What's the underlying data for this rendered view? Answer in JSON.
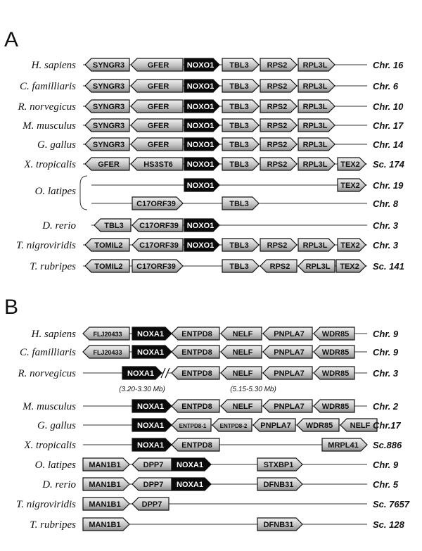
{
  "panels": [
    {
      "label": "A",
      "rows": [
        {
          "species": "H. sapiens",
          "chrom": "Chr. 16",
          "genes": [
            {
              "name": "SYNGR3",
              "dir": "left",
              "color": "grey"
            },
            {
              "name": "GFER",
              "dir": "left",
              "color": "grey"
            },
            {
              "name": "NOXO1",
              "dir": "right",
              "color": "black"
            },
            {
              "name": "TBL3",
              "dir": "right",
              "color": "grey"
            },
            {
              "name": "RPS2",
              "dir": "right",
              "color": "grey"
            },
            {
              "name": "RPL3L",
              "dir": "right",
              "color": "grey"
            }
          ]
        },
        {
          "species": "C. familliaris",
          "chrom": "Chr. 6",
          "genes": [
            {
              "name": "SYNGR3",
              "dir": "left",
              "color": "grey"
            },
            {
              "name": "GFER",
              "dir": "left",
              "color": "grey"
            },
            {
              "name": "NOXO1",
              "dir": "right",
              "color": "black"
            },
            {
              "name": "TBL3",
              "dir": "right",
              "color": "grey"
            },
            {
              "name": "RPS2",
              "dir": "right",
              "color": "grey"
            },
            {
              "name": "RPL3L",
              "dir": "right",
              "color": "grey"
            }
          ]
        },
        {
          "species": "R. norvegicus",
          "chrom": "Chr. 10",
          "genes": [
            {
              "name": "SYNGR3",
              "dir": "left",
              "color": "grey"
            },
            {
              "name": "GFER",
              "dir": "left",
              "color": "grey"
            },
            {
              "name": "NOXO1",
              "dir": "right",
              "color": "black"
            },
            {
              "name": "TBL3",
              "dir": "right",
              "color": "grey"
            },
            {
              "name": "RPS2",
              "dir": "right",
              "color": "grey"
            },
            {
              "name": "RPL3L",
              "dir": "right",
              "color": "grey"
            }
          ]
        },
        {
          "species": "M. musculus",
          "chrom": "Chr. 17",
          "genes": [
            {
              "name": "SYNGR3",
              "dir": "left",
              "color": "grey"
            },
            {
              "name": "GFER",
              "dir": "left",
              "color": "grey"
            },
            {
              "name": "NOXO1",
              "dir": "right",
              "color": "black"
            },
            {
              "name": "TBL3",
              "dir": "right",
              "color": "grey"
            },
            {
              "name": "RPS2",
              "dir": "right",
              "color": "grey"
            },
            {
              "name": "RPL3L",
              "dir": "right",
              "color": "grey"
            }
          ]
        },
        {
          "species": "G. gallus",
          "chrom": "Chr. 14",
          "genes": [
            {
              "name": "SYNGR3",
              "dir": "left",
              "color": "grey"
            },
            {
              "name": "GFER",
              "dir": "left",
              "color": "grey"
            },
            {
              "name": "NOXO1",
              "dir": "right",
              "color": "black"
            },
            {
              "name": "TBL3",
              "dir": "right",
              "color": "grey"
            },
            {
              "name": "RPS2",
              "dir": "right",
              "color": "grey"
            },
            {
              "name": "RPL3L",
              "dir": "right",
              "color": "grey"
            }
          ]
        },
        {
          "species": "X. tropicalis",
          "chrom": "Sc. 174",
          "genes": [
            {
              "name": "GFER",
              "dir": "left",
              "color": "grey"
            },
            {
              "name": "HS3ST6",
              "dir": "left",
              "color": "grey"
            },
            {
              "name": "NOXO1",
              "dir": "right",
              "color": "black"
            },
            {
              "name": "TBL3",
              "dir": "right",
              "color": "grey"
            },
            {
              "name": "RPS2",
              "dir": "right",
              "color": "grey"
            },
            {
              "name": "RPL3L",
              "dir": "right",
              "color": "grey"
            },
            {
              "name": "TEX2",
              "dir": "right",
              "color": "grey"
            }
          ]
        },
        {
          "species": "O. latipes",
          "chrom": "Chr. 19",
          "genes": [
            {
              "name": "NOXO1",
              "dir": "right",
              "color": "black"
            },
            {
              "name": "TEX2",
              "dir": "right",
              "color": "grey"
            }
          ]
        },
        {
          "species": "",
          "chrom": "Chr. 8",
          "genes": [
            {
              "name": "C17ORF39",
              "dir": "right",
              "color": "grey"
            },
            {
              "name": "TBL3",
              "dir": "right",
              "color": "grey"
            }
          ]
        },
        {
          "species": "D. rerio",
          "chrom": "Chr. 3",
          "genes": [
            {
              "name": "TBL3",
              "dir": "left",
              "color": "grey"
            },
            {
              "name": "C17ORF39",
              "dir": "left",
              "color": "grey"
            },
            {
              "name": "NOXO1",
              "dir": "right",
              "color": "black"
            }
          ]
        },
        {
          "species": "T. nigroviridis",
          "chrom": "Chr. 3",
          "genes": [
            {
              "name": "TOMIL2",
              "dir": "left",
              "color": "grey"
            },
            {
              "name": "C17ORF39",
              "dir": "left",
              "color": "grey"
            },
            {
              "name": "NOXO1",
              "dir": "right",
              "color": "black"
            },
            {
              "name": "TBL3",
              "dir": "right",
              "color": "grey"
            },
            {
              "name": "RPS2",
              "dir": "right",
              "color": "grey"
            },
            {
              "name": "RPL3L",
              "dir": "right",
              "color": "grey"
            },
            {
              "name": "TEX2",
              "dir": "right",
              "color": "grey"
            }
          ]
        },
        {
          "species": "T. rubripes",
          "chrom": "Sc. 141",
          "genes": [
            {
              "name": "TOMIL2",
              "dir": "left",
              "color": "grey"
            },
            {
              "name": "C17ORF39",
              "dir": "right",
              "color": "grey"
            },
            {
              "name": "TBL3",
              "dir": "right",
              "color": "grey"
            },
            {
              "name": "RPS2",
              "dir": "left",
              "color": "grey"
            },
            {
              "name": "RPL3L",
              "dir": "left",
              "color": "grey"
            },
            {
              "name": "TEX2",
              "dir": "right",
              "color": "grey"
            }
          ]
        }
      ]
    },
    {
      "label": "B",
      "rows": [
        {
          "species": "H. sapiens",
          "chrom": "Chr. 9",
          "genes": [
            {
              "name": "FLJ20433",
              "dir": "left",
              "color": "grey"
            },
            {
              "name": "NOXA1",
              "dir": "right",
              "color": "black"
            },
            {
              "name": "ENTPD8",
              "dir": "left",
              "color": "grey"
            },
            {
              "name": "NELF",
              "dir": "left",
              "color": "grey"
            },
            {
              "name": "PNPLA7",
              "dir": "left",
              "color": "grey"
            },
            {
              "name": "WDR85",
              "dir": "left",
              "color": "grey"
            }
          ]
        },
        {
          "species": "C. familliaris",
          "chrom": "Chr. 9",
          "genes": [
            {
              "name": "FLJ20433",
              "dir": "left",
              "color": "grey"
            },
            {
              "name": "NOXA1",
              "dir": "right",
              "color": "black"
            },
            {
              "name": "ENTPD8",
              "dir": "left",
              "color": "grey"
            },
            {
              "name": "NELF",
              "dir": "left",
              "color": "grey"
            },
            {
              "name": "PNPLA7",
              "dir": "left",
              "color": "grey"
            },
            {
              "name": "WDR85",
              "dir": "left",
              "color": "grey"
            }
          ]
        },
        {
          "species": "R. norvegicus",
          "chrom": "Chr. 3",
          "notes": [
            "(3.20-3.30 Mb)",
            "(5.15-5.30 Mb)"
          ],
          "genes": [
            {
              "name": "NOXA1",
              "dir": "right",
              "color": "black"
            },
            {
              "name": "ENTPD8",
              "dir": "left",
              "color": "grey"
            },
            {
              "name": "NELF",
              "dir": "left",
              "color": "grey"
            },
            {
              "name": "PNPLA7",
              "dir": "left",
              "color": "grey"
            },
            {
              "name": "WDR85",
              "dir": "left",
              "color": "grey"
            }
          ]
        },
        {
          "species": "M. musculus",
          "chrom": "Chr. 2",
          "genes": [
            {
              "name": "NOXA1",
              "dir": "right",
              "color": "black"
            },
            {
              "name": "ENTPD8",
              "dir": "left",
              "color": "grey"
            },
            {
              "name": "NELF",
              "dir": "left",
              "color": "grey"
            },
            {
              "name": "PNPLA7",
              "dir": "left",
              "color": "grey"
            },
            {
              "name": "WDR85",
              "dir": "left",
              "color": "grey"
            }
          ]
        },
        {
          "species": "G. gallus",
          "chrom": "Chr.17",
          "genes": [
            {
              "name": "NOXA1",
              "dir": "right",
              "color": "black"
            },
            {
              "name": "ENTPD8-1",
              "dir": "left",
              "color": "grey"
            },
            {
              "name": "ENTPD8-2",
              "dir": "left",
              "color": "grey"
            },
            {
              "name": "PNPLA7",
              "dir": "left",
              "color": "grey"
            },
            {
              "name": "WDR85",
              "dir": "left",
              "color": "grey"
            },
            {
              "name": "NELF",
              "dir": "left",
              "color": "grey"
            }
          ]
        },
        {
          "species": "X. tropicalis",
          "chrom": "Sc.886",
          "genes": [
            {
              "name": "NOXA1",
              "dir": "right",
              "color": "black"
            },
            {
              "name": "ENTPD8",
              "dir": "left",
              "color": "grey"
            },
            {
              "name": "MRPL41",
              "dir": "right",
              "color": "grey"
            }
          ]
        },
        {
          "species": "O. latipes",
          "chrom": "Chr. 9",
          "genes": [
            {
              "name": "MAN1B1",
              "dir": "right",
              "color": "grey"
            },
            {
              "name": "DPP7",
              "dir": "left",
              "color": "grey"
            },
            {
              "name": "NOXA1",
              "dir": "right",
              "color": "black"
            },
            {
              "name": "STXBP1",
              "dir": "right",
              "color": "grey"
            }
          ]
        },
        {
          "species": "D. rerio",
          "chrom": "Chr. 5",
          "genes": [
            {
              "name": "MAN1B1",
              "dir": "right",
              "color": "grey"
            },
            {
              "name": "DPP7",
              "dir": "left",
              "color": "grey"
            },
            {
              "name": "NOXA1",
              "dir": "right",
              "color": "black"
            },
            {
              "name": "DFNB31",
              "dir": "right",
              "color": "grey"
            }
          ]
        },
        {
          "species": "T. nigroviridis",
          "chrom": "Sc. 7657",
          "genes": [
            {
              "name": "MAN1B1",
              "dir": "right",
              "color": "grey"
            },
            {
              "name": "DPP7",
              "dir": "left",
              "color": "grey"
            }
          ]
        },
        {
          "species": "T. rubripes",
          "chrom": "Sc. 128",
          "genes": [
            {
              "name": "MAN1B1",
              "dir": "right",
              "color": "grey"
            },
            {
              "name": "DFNB31",
              "dir": "right",
              "color": "grey"
            }
          ]
        }
      ]
    }
  ],
  "colors": {
    "grey_fill": "#c8c8c8",
    "black_fill": "#0a0a0a",
    "stroke": "#111111"
  }
}
